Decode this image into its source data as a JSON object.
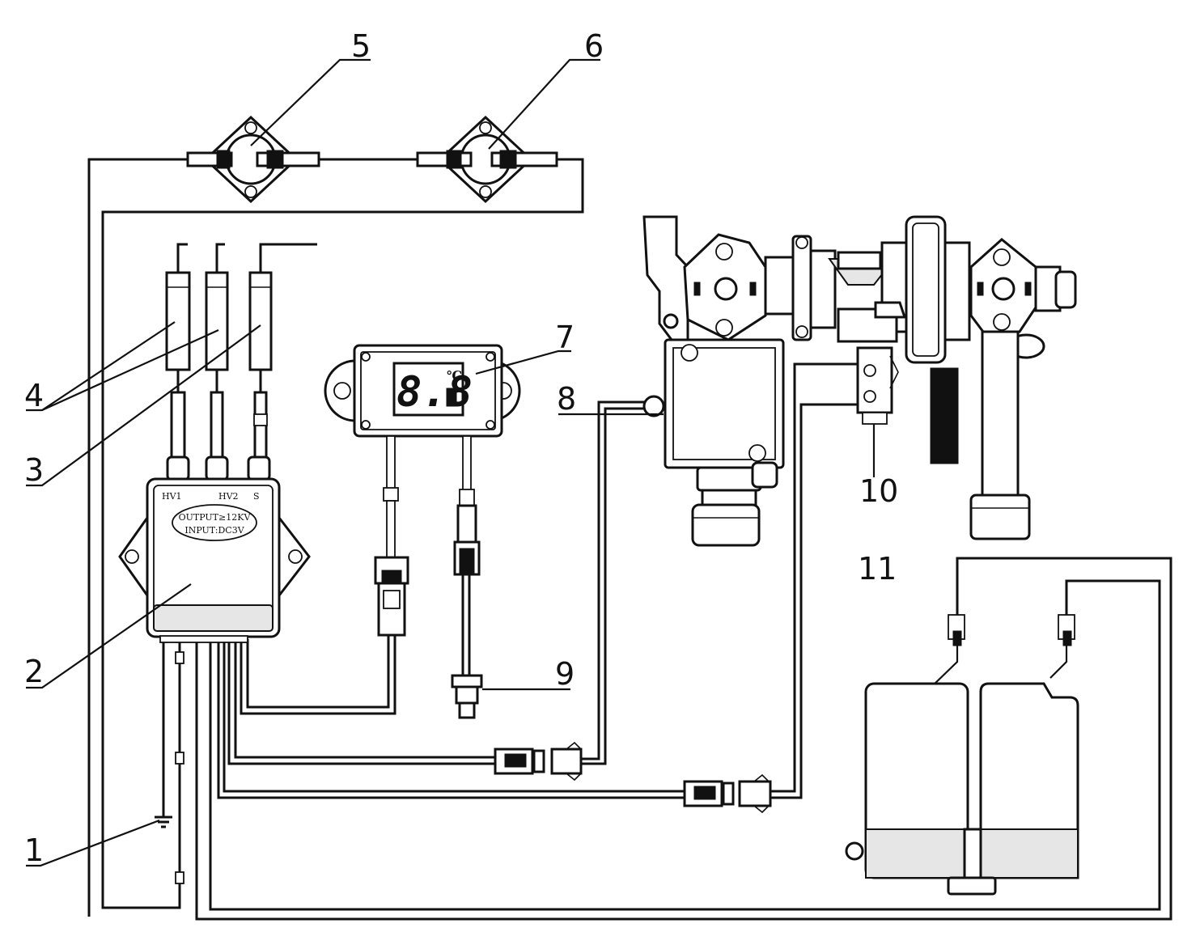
{
  "callouts": [
    "1",
    "2",
    "3",
    "4",
    "5",
    "6",
    "7",
    "8",
    "9",
    "10",
    "11"
  ],
  "igniter": {
    "terminal_labels": [
      "HV1",
      "HV2",
      "S"
    ],
    "output_label": "OUTPUT≥12KV",
    "input_label": "INPUT:DC3V"
  },
  "display": {
    "reading": "8.8",
    "unit": "℃"
  }
}
